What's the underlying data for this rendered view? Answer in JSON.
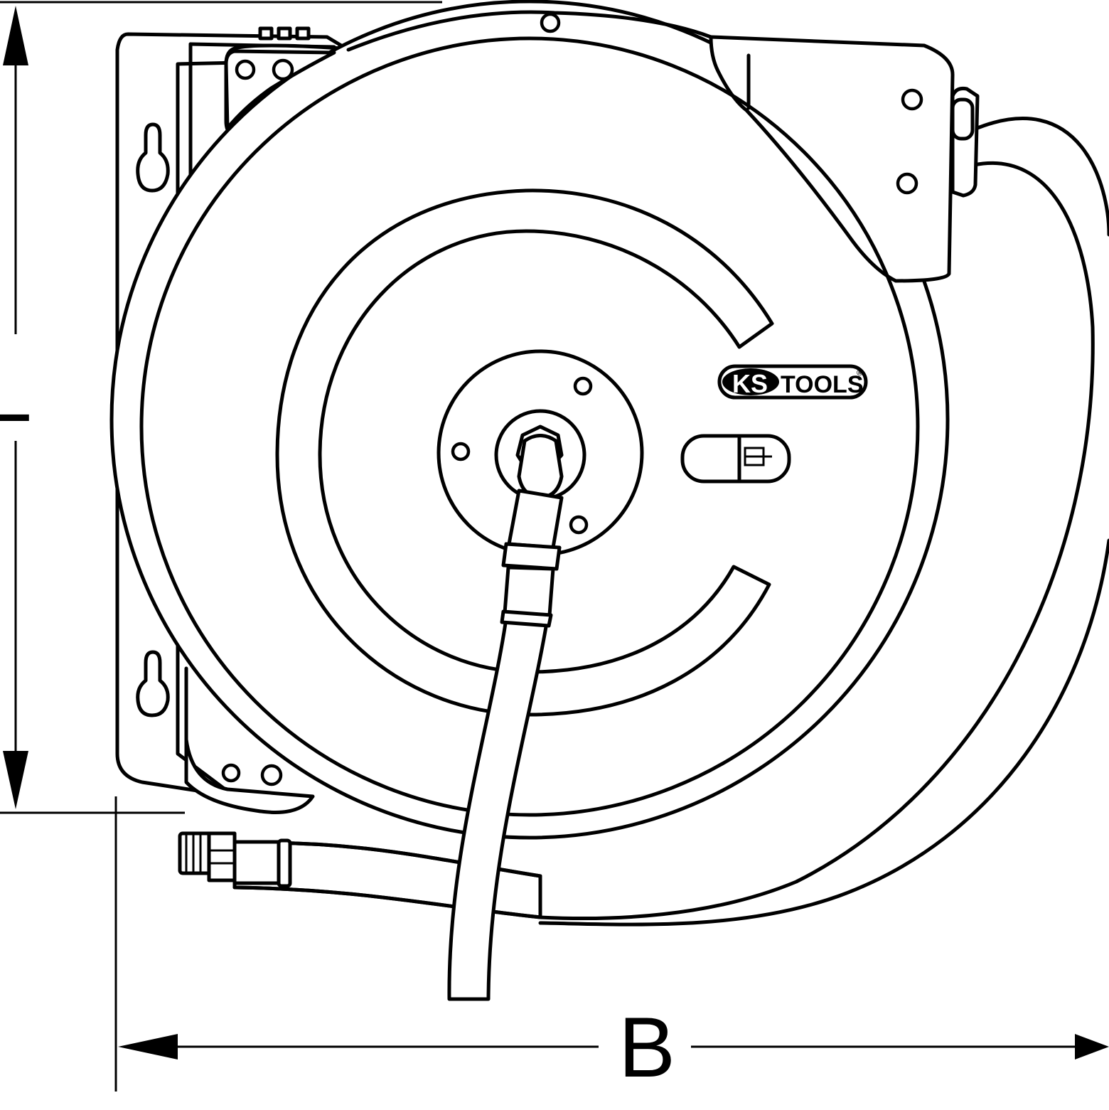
{
  "dimensions": {
    "height_label": "L",
    "width_label": "B"
  },
  "logo": {
    "left": "KS",
    "right": "TOOLS",
    "mark": "®"
  },
  "colors": {
    "line": "#000000",
    "background": "#ffffff"
  }
}
